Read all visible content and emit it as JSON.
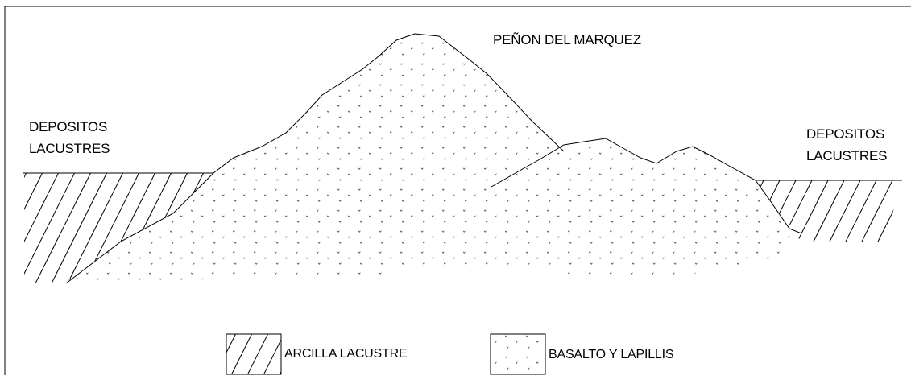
{
  "diagram": {
    "title": "PEÑON DEL MARQUEZ",
    "left_label": {
      "line1": "DEPOSITOS",
      "line2": "LACUSTRES"
    },
    "right_label": {
      "line1": "DEPOSITOS",
      "line2": "LACUSTRES"
    },
    "legend": [
      {
        "pattern": "hatch",
        "label": "ARCILLA LACUSTRE"
      },
      {
        "pattern": "dots",
        "label": "BASALTO Y LAPILLIS"
      }
    ],
    "colors": {
      "line": "#000000",
      "background": "#ffffff"
    }
  }
}
